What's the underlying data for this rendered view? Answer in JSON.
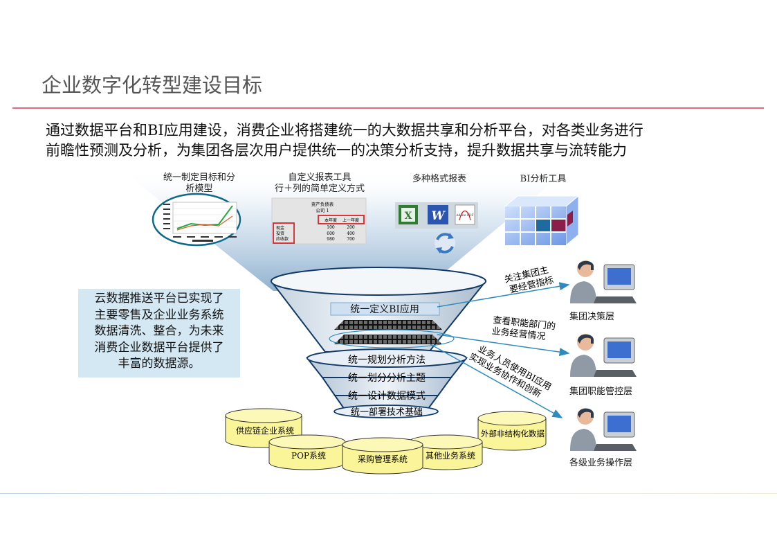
{
  "title": "企业数字化转型建设目标",
  "intro": {
    "line1": "通过数据平台和BI应用建设，消费企业将搭建统一的大数据共享和分析平台，对各类业务进行",
    "line2": "前瞻性预测及分析，为集团各层次用户提供统一的决策分析支持，提升数据共享与流转能力"
  },
  "top_features": {
    "f1": {
      "line1": "统一制定目标和分",
      "line2": "析模型"
    },
    "f2": {
      "line1": "自定义报表工具",
      "line2": "行＋列的简单定义方式"
    },
    "f3": "多种格式报表",
    "f4": "BI分析工具"
  },
  "report_thumb": {
    "title": "资产负债表",
    "company": "公司 1",
    "col1": "本年度",
    "col2": "上一年度",
    "rows": [
      {
        "label": "现金",
        "v1": "100",
        "v2": "200"
      },
      {
        "label": "投资",
        "v1": "600",
        "v2": "400"
      },
      {
        "label": "应收款",
        "v1": "980",
        "v2": "700"
      }
    ]
  },
  "file_icons": {
    "excel": "X",
    "word": "W",
    "pdf": "Adobe PDF"
  },
  "cloud_text": {
    "l1": "云数据推送平台已实现了",
    "l2": "主要零售及企业业务系统",
    "l3": "数据清洗、整合，为未来",
    "l4": "消费企业数据平台提供了",
    "l5": "丰富的数据源。"
  },
  "funnel": {
    "top_label": "统一定义BI应用",
    "layers": [
      "统一规划分析方法",
      "统一划分分析主题",
      "统一设计数据模式",
      "统一部署技术基础"
    ]
  },
  "arrows": {
    "a1": {
      "line1": "关注集团主",
      "line2": "要经营指标"
    },
    "a2": {
      "line1": "查看职能部门的",
      "line2": "业务经营情况"
    },
    "a3": {
      "line1": "业务人员使用BI应用",
      "line2": "实现业务协作和创新"
    }
  },
  "users": {
    "u1": "集团决策层",
    "u2": "集团职能管控层",
    "u3": "各级业务操作层"
  },
  "systems": {
    "s1": "供应链企业系统",
    "s2": "POP系统",
    "s3": "采购管理系统",
    "s4": "其他业务系统",
    "s5": "外部非结构化数据"
  },
  "colors": {
    "title_rule": "#e06a7a",
    "cloud_bg": "#d4e8f4",
    "cylinder": "#fbf59a",
    "arrow": "#2e8bbf"
  }
}
